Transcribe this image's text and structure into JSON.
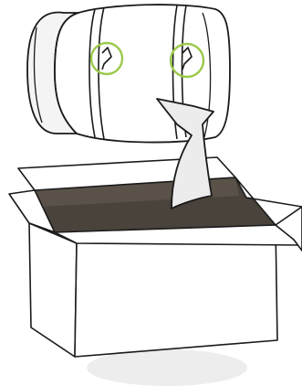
{
  "illustration": {
    "subject": "rolled-package-unboxing",
    "colors": {
      "outline": "#1a1a1a",
      "fill": "#ffffff",
      "box_interior": "#4a433b",
      "box_flap_inner": "#5a5249",
      "arrow_fill": "#ececec",
      "highlight_circle": "#9cc94a",
      "shadow": "#ededed",
      "pillow_shade": "#f4f4f4"
    },
    "icons": [
      "rolled-package",
      "strap-clip",
      "lift-arrow",
      "open-cardboard-box"
    ],
    "highlight_count": 2
  }
}
